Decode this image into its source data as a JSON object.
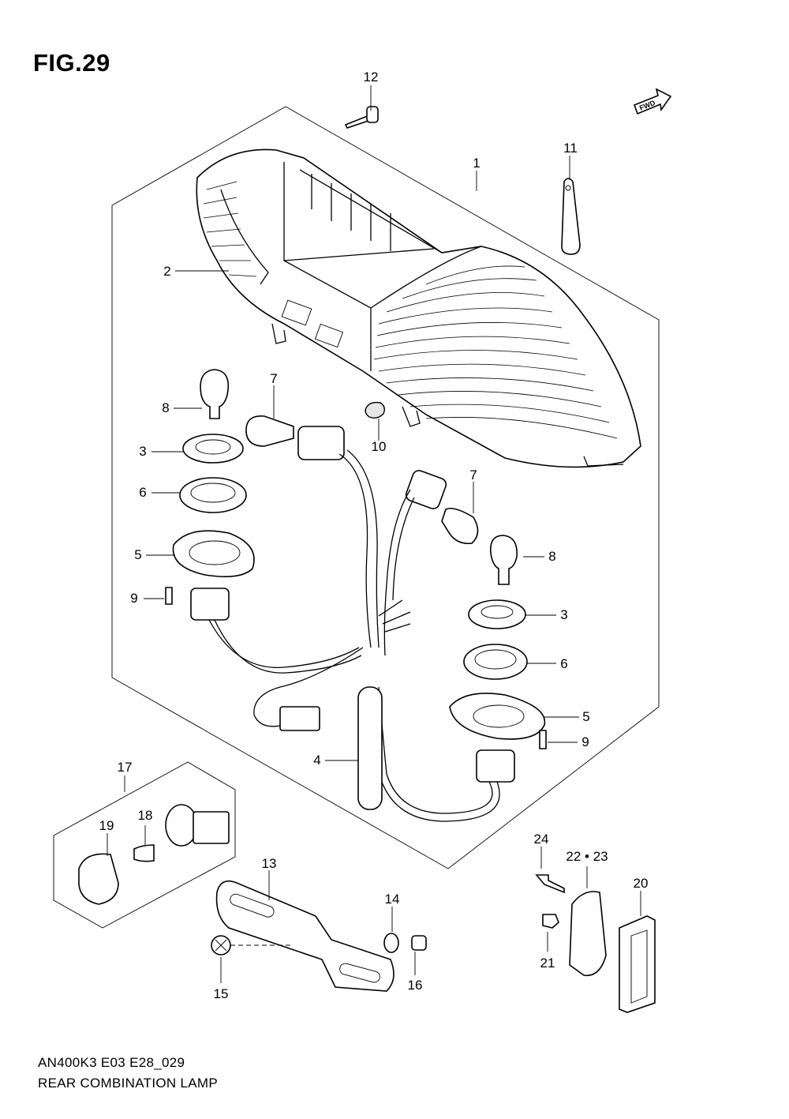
{
  "figure": {
    "title": "FIG.29",
    "fwd_label": "FWD"
  },
  "footer": {
    "code": "AN400K3 E03 E28_029",
    "caption": "REAR COMBINATION LAMP"
  },
  "callouts": [
    {
      "id": "c12",
      "label": "12"
    },
    {
      "id": "c11",
      "label": "11"
    },
    {
      "id": "c1",
      "label": "1"
    },
    {
      "id": "c2",
      "label": "2"
    },
    {
      "id": "c7a",
      "label": "7"
    },
    {
      "id": "c8a",
      "label": "8"
    },
    {
      "id": "c10",
      "label": "10"
    },
    {
      "id": "c3a",
      "label": "3"
    },
    {
      "id": "c6a",
      "label": "6"
    },
    {
      "id": "c7b",
      "label": "7"
    },
    {
      "id": "c5a",
      "label": "5"
    },
    {
      "id": "c8b",
      "label": "8"
    },
    {
      "id": "c9a",
      "label": "9"
    },
    {
      "id": "c3b",
      "label": "3"
    },
    {
      "id": "c6b",
      "label": "6"
    },
    {
      "id": "c5b",
      "label": "5"
    },
    {
      "id": "c9b",
      "label": "9"
    },
    {
      "id": "c4",
      "label": "4"
    },
    {
      "id": "c17",
      "label": "17"
    },
    {
      "id": "c24",
      "label": "24"
    },
    {
      "id": "c2223",
      "label": "22 • 23"
    },
    {
      "id": "c19",
      "label": "19"
    },
    {
      "id": "c18",
      "label": "18"
    },
    {
      "id": "c13",
      "label": "13"
    },
    {
      "id": "c20",
      "label": "20"
    },
    {
      "id": "c14",
      "label": "14"
    },
    {
      "id": "c21",
      "label": "21"
    },
    {
      "id": "c15",
      "label": "15"
    },
    {
      "id": "c16",
      "label": "16"
    }
  ]
}
